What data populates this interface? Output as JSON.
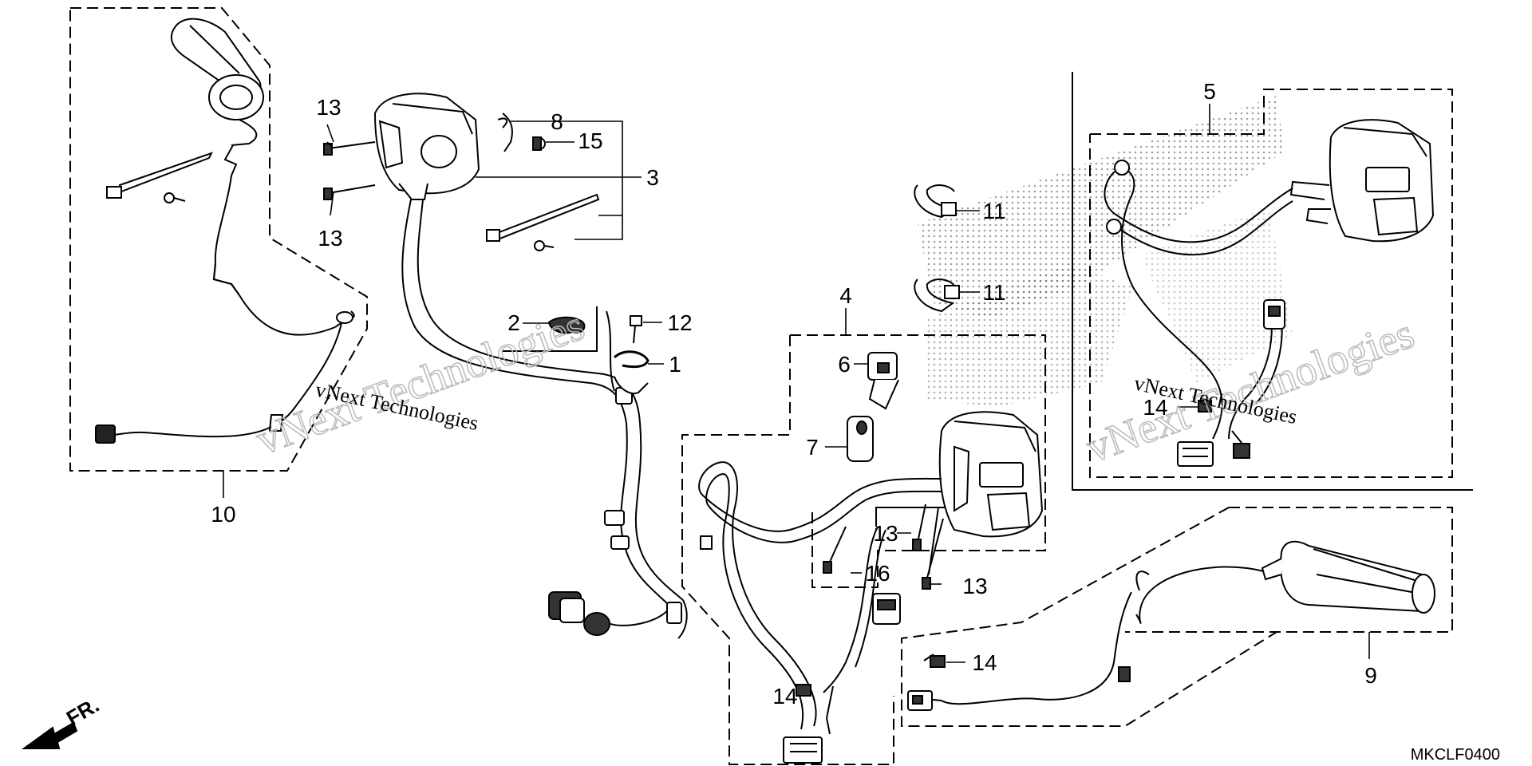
{
  "diagram": {
    "callouts": [
      "13",
      "13",
      "8",
      "15",
      "3",
      "2",
      "12",
      "1",
      "10",
      "11",
      "11",
      "4",
      "6",
      "7",
      "13",
      "16",
      "13",
      "5",
      "14",
      "14",
      "14",
      "9"
    ],
    "front_marker": "FR.",
    "diagram_code": "MKCLF0400",
    "watermarks": [
      "vNext Technologies",
      "vNext Technologies",
      "vNext Technologies",
      "vNext Technologies"
    ]
  }
}
